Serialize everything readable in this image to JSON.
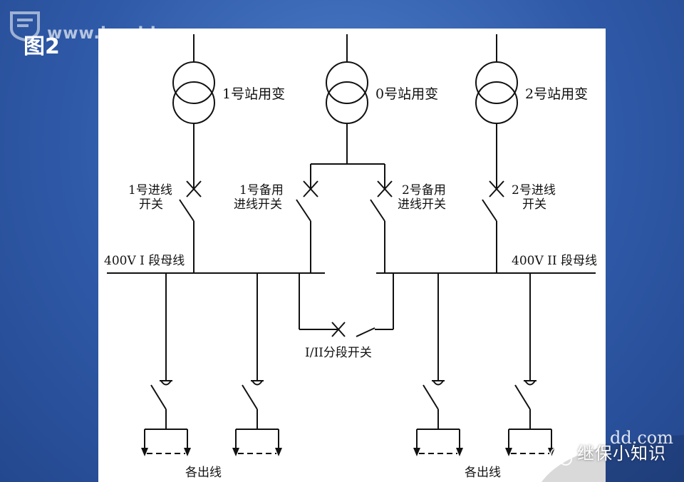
{
  "watermark": {
    "text": "www.ippdd.com"
  },
  "figure_label": "图2",
  "transformers": {
    "t1": "1号站用变",
    "t0": "0号站用变",
    "t2": "2号站用变"
  },
  "switches": {
    "in1_line1": "1号进线",
    "in1_line2": "开关",
    "sp1_line1": "1号备用",
    "sp1_line2": "进线开关",
    "sp2_line1": "2号备用",
    "sp2_line2": "进线开关",
    "in2_line1": "2号进线",
    "in2_line2": "开关",
    "tie": "I/II分段开关"
  },
  "buses": {
    "bus1": "400V I 段母线",
    "bus2": "400V II 段母线"
  },
  "outgoing": {
    "left": "各出线",
    "right": "各出线"
  },
  "corner_watermark": {
    "text": "继保小知识",
    "site": "dd.com"
  }
}
